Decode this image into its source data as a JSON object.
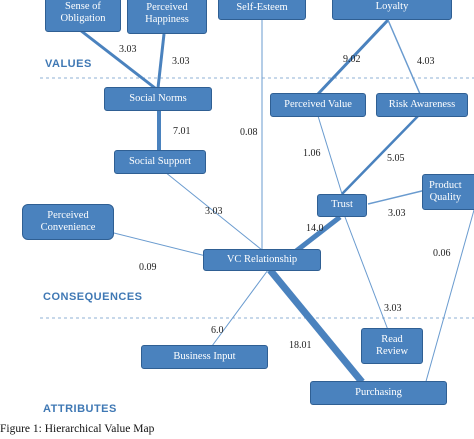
{
  "levels": {
    "values": "VALUES",
    "consequences": "CONSEQUENCES",
    "attributes": "ATTRIBUTES"
  },
  "nodes": {
    "sense_of_obligation": "Sense of\nObligation",
    "perceived_happiness": "Perceived\nHappiness",
    "self_esteem": "Self-Esteem",
    "loyalty": "Loyalty",
    "social_norms": "Social Norms",
    "perceived_value": "Perceived Value",
    "risk_awareness": "Risk Awareness",
    "social_support": "Social Support",
    "trust": "Trust",
    "product_quality": "Product\nQuality",
    "perceived_convenience": "Perceived\nConvenience",
    "vc_relationship": "VC Relationship",
    "business_input": "Business Input",
    "read_review": "Read\nReview",
    "purchasing": "Purchasing"
  },
  "weights": {
    "obligation_norms": "3.03",
    "happiness_norms": "3.03",
    "loyalty_value": "9.02",
    "loyalty_risk": "4.03",
    "norms_support": "7.01",
    "selfesteem_vc": "0.08",
    "value_trust": "1.06",
    "risk_trust": "5.05",
    "support_vc": "3.03",
    "trust_quality": "3.03",
    "trust_vc": "14.0",
    "convenience_vc": "0.09",
    "quality_purchasing": "0.06",
    "trust_review": "3.03",
    "vc_business": "6.0",
    "vc_purchasing": "18.01"
  },
  "caption": "Figure 1:  Hierarchical Value Map"
}
